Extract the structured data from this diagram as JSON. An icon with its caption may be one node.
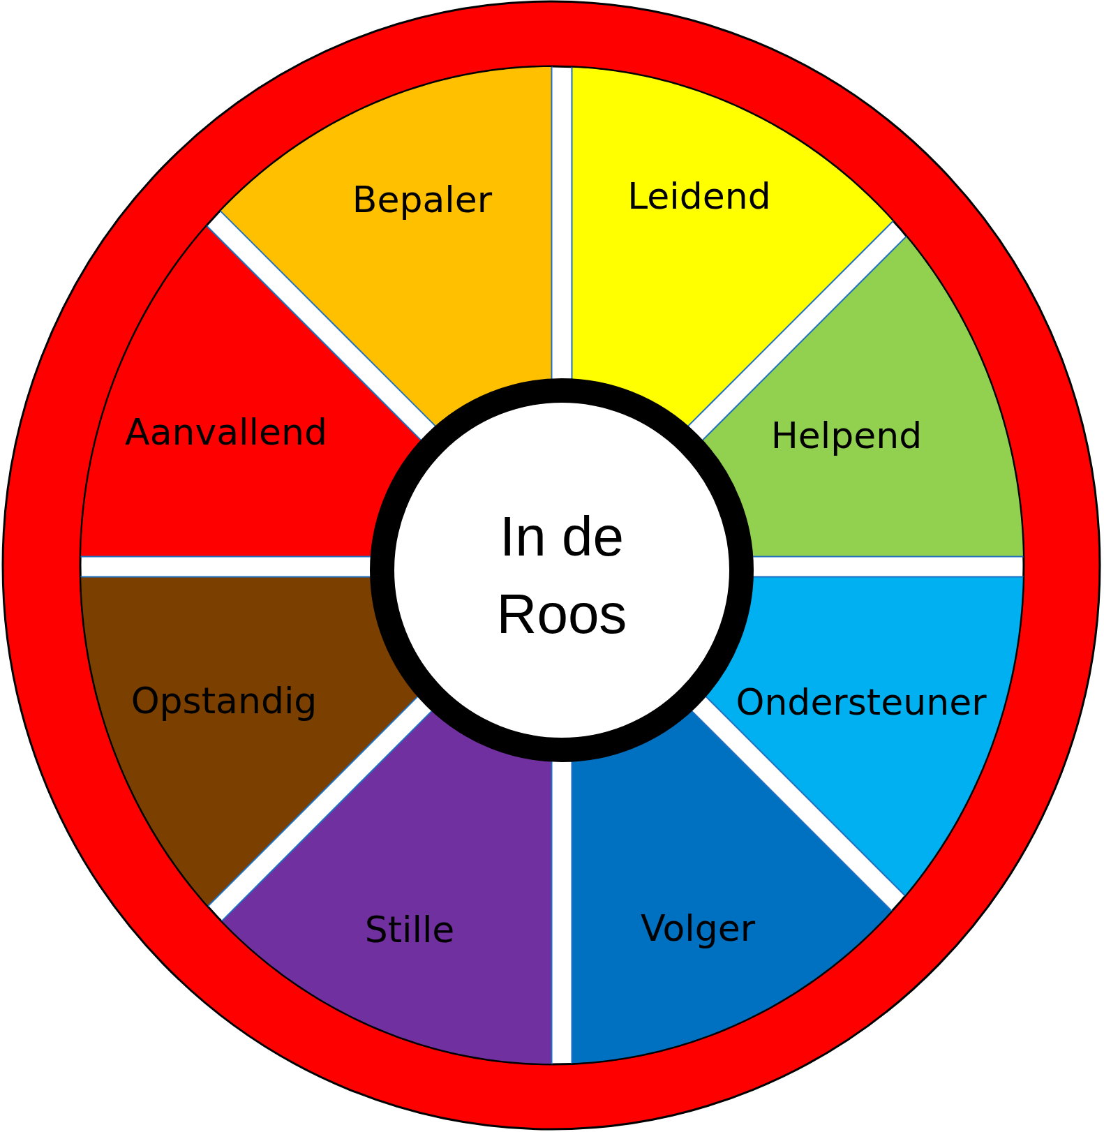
{
  "diagram": {
    "nodes": [
      {
        "text": [
          "Bepaler"
        ]
      },
      {
        "text": [
          "Leidend"
        ]
      },
      {
        "text": [
          "Aanvallend"
        ]
      },
      {
        "text": [
          "Helpend"
        ]
      },
      {
        "text": [
          "In de Roos"
        ]
      },
      {
        "text": [
          "Opstandig"
        ]
      },
      {
        "text": [
          "Ondersteuner"
        ]
      },
      {
        "text": [
          "Stille"
        ]
      },
      {
        "text": [
          "Volger"
        ]
      }
    ]
  }
}
